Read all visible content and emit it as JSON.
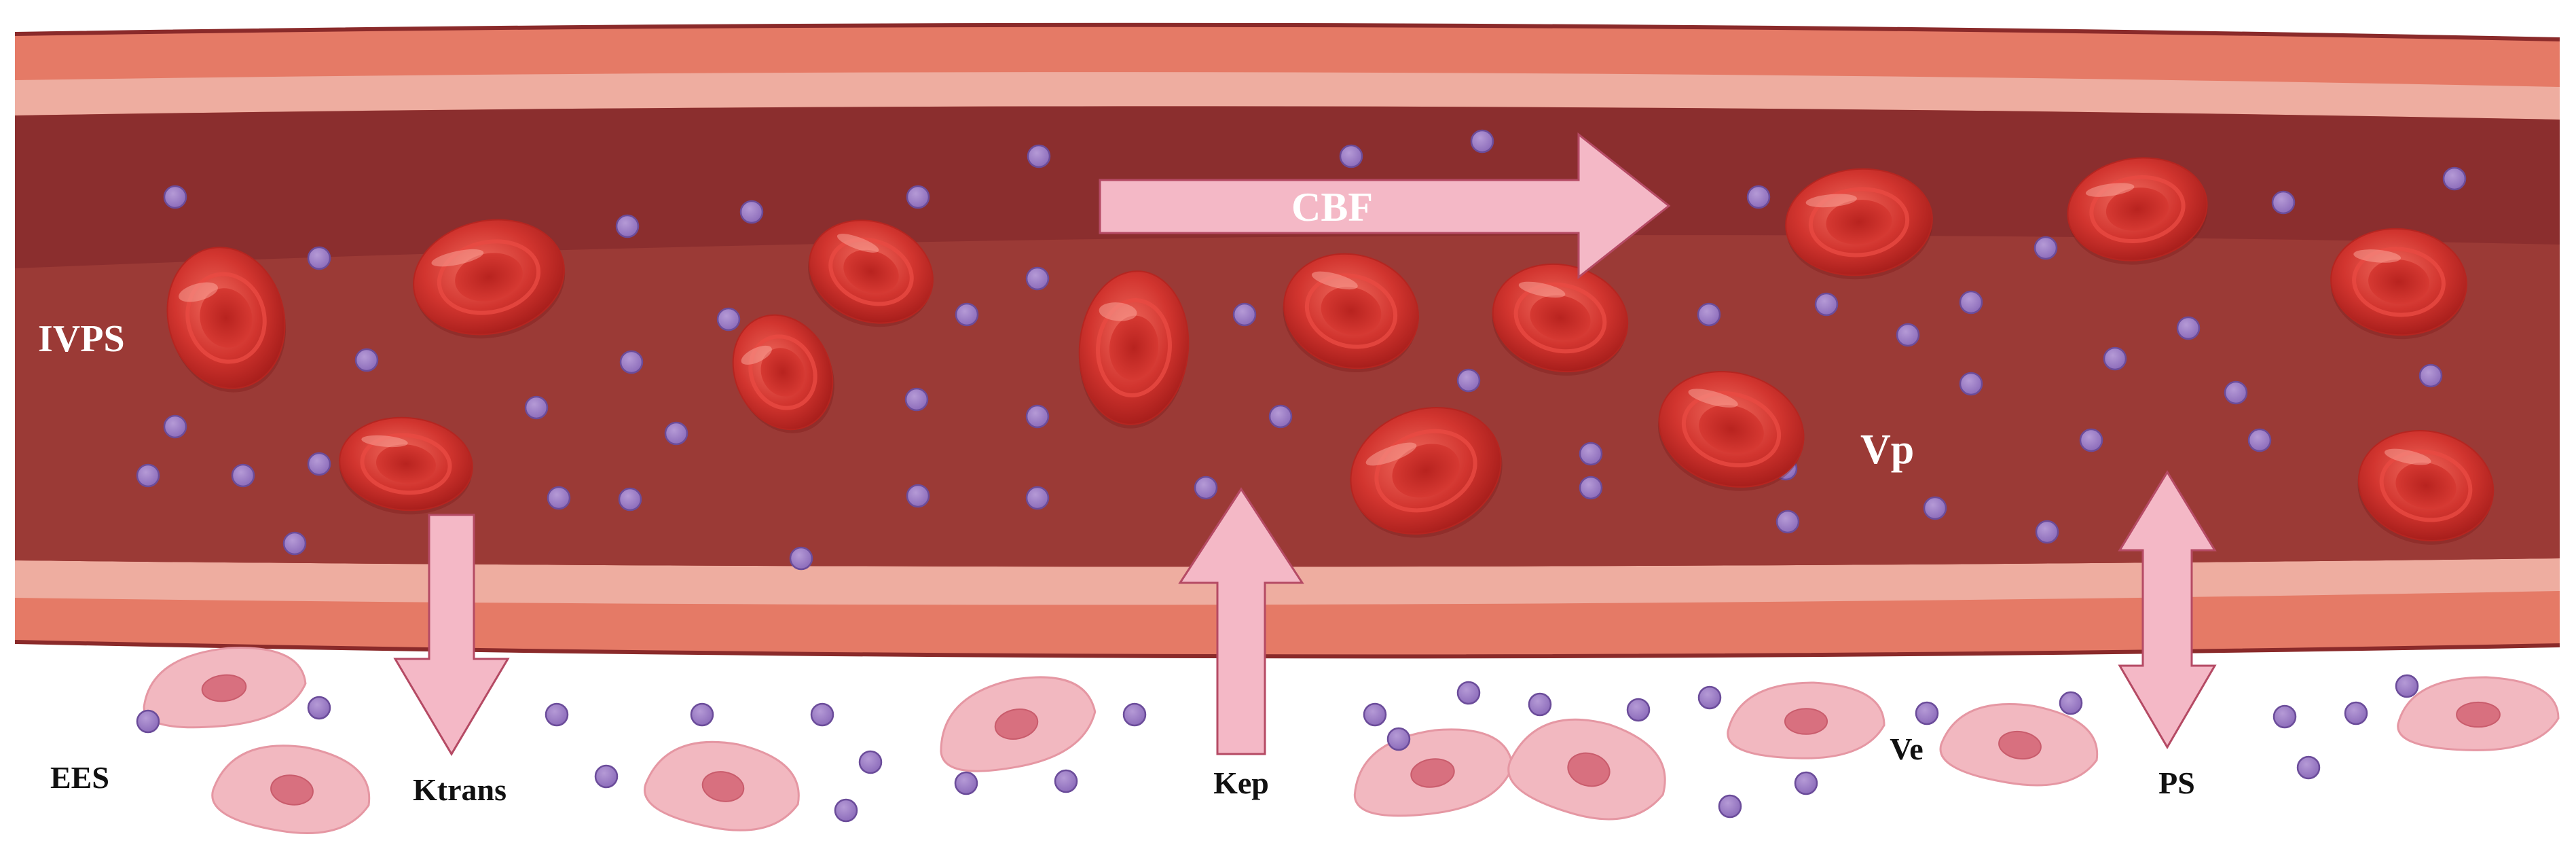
{
  "labels": {
    "ivps": "IVPS",
    "cbf": "CBF",
    "vp": "Vp",
    "ees": "EES",
    "ktrans": "Ktrans",
    "kep": "Kep",
    "ve": "Ve",
    "ps": "PS"
  },
  "colors": {
    "vessel_outer": "#e57a66",
    "vessel_wall_light": "#eeada0",
    "vessel_lumen_top": "#8b2e2e",
    "vessel_lumen_core": "#9b3a36",
    "vessel_edge": "#8a2a2a",
    "rbc_fill": "#d2352f",
    "rbc_rim": "#e84a42",
    "rbc_center": "#a9221f",
    "tracer_fill": "#9b7cc4",
    "tracer_stroke": "#6b4c9a",
    "arrow_fill": "#f4b8c6",
    "arrow_stroke": "#b54a64",
    "cell_fill": "#f2b8c0",
    "cell_stroke": "#e597a3",
    "cell_nucleus": "#d8707f",
    "label_light": "#ffffff",
    "label_dark": "#111111"
  },
  "icons": {
    "red_blood_cell": "red-blood-cell-icon",
    "contrast_particle": "contrast-particle-icon",
    "tissue_cell": "tissue-cell-icon",
    "flow_arrow": "flow-arrow-icon"
  }
}
